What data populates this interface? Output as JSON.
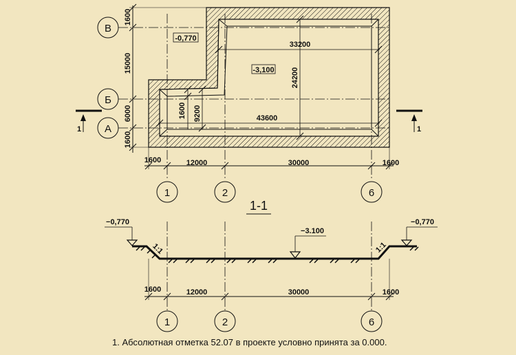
{
  "plan": {
    "row_axes": [
      "В",
      "Б",
      "А"
    ],
    "col_axes": [
      "1",
      "2",
      "6"
    ],
    "dims_vertical": [
      "1600",
      "15000",
      "6000",
      "1600"
    ],
    "dims_inner_vertical": [
      "1600",
      "9200"
    ],
    "dim_24200": "24200",
    "dim_33200": "33200",
    "dim_43600": "43600",
    "dims_bottom": [
      "1600",
      "12000",
      "30000",
      "1600"
    ],
    "elev_top": "-0,770",
    "elev_pit": "-3,100",
    "section_marker": "1"
  },
  "section": {
    "title": "1-1",
    "elev_left": "−0,770",
    "elev_right": "−0,770",
    "elev_bottom": "−3.100",
    "slope_left": "1:1",
    "slope_right": "1:1",
    "dims_bottom": [
      "1600",
      "12000",
      "30000",
      "1600"
    ],
    "col_axes": [
      "1",
      "2",
      "6"
    ]
  },
  "note": "1. Абсолютная отметка 52.07 в проекте условно принята за 0.000."
}
